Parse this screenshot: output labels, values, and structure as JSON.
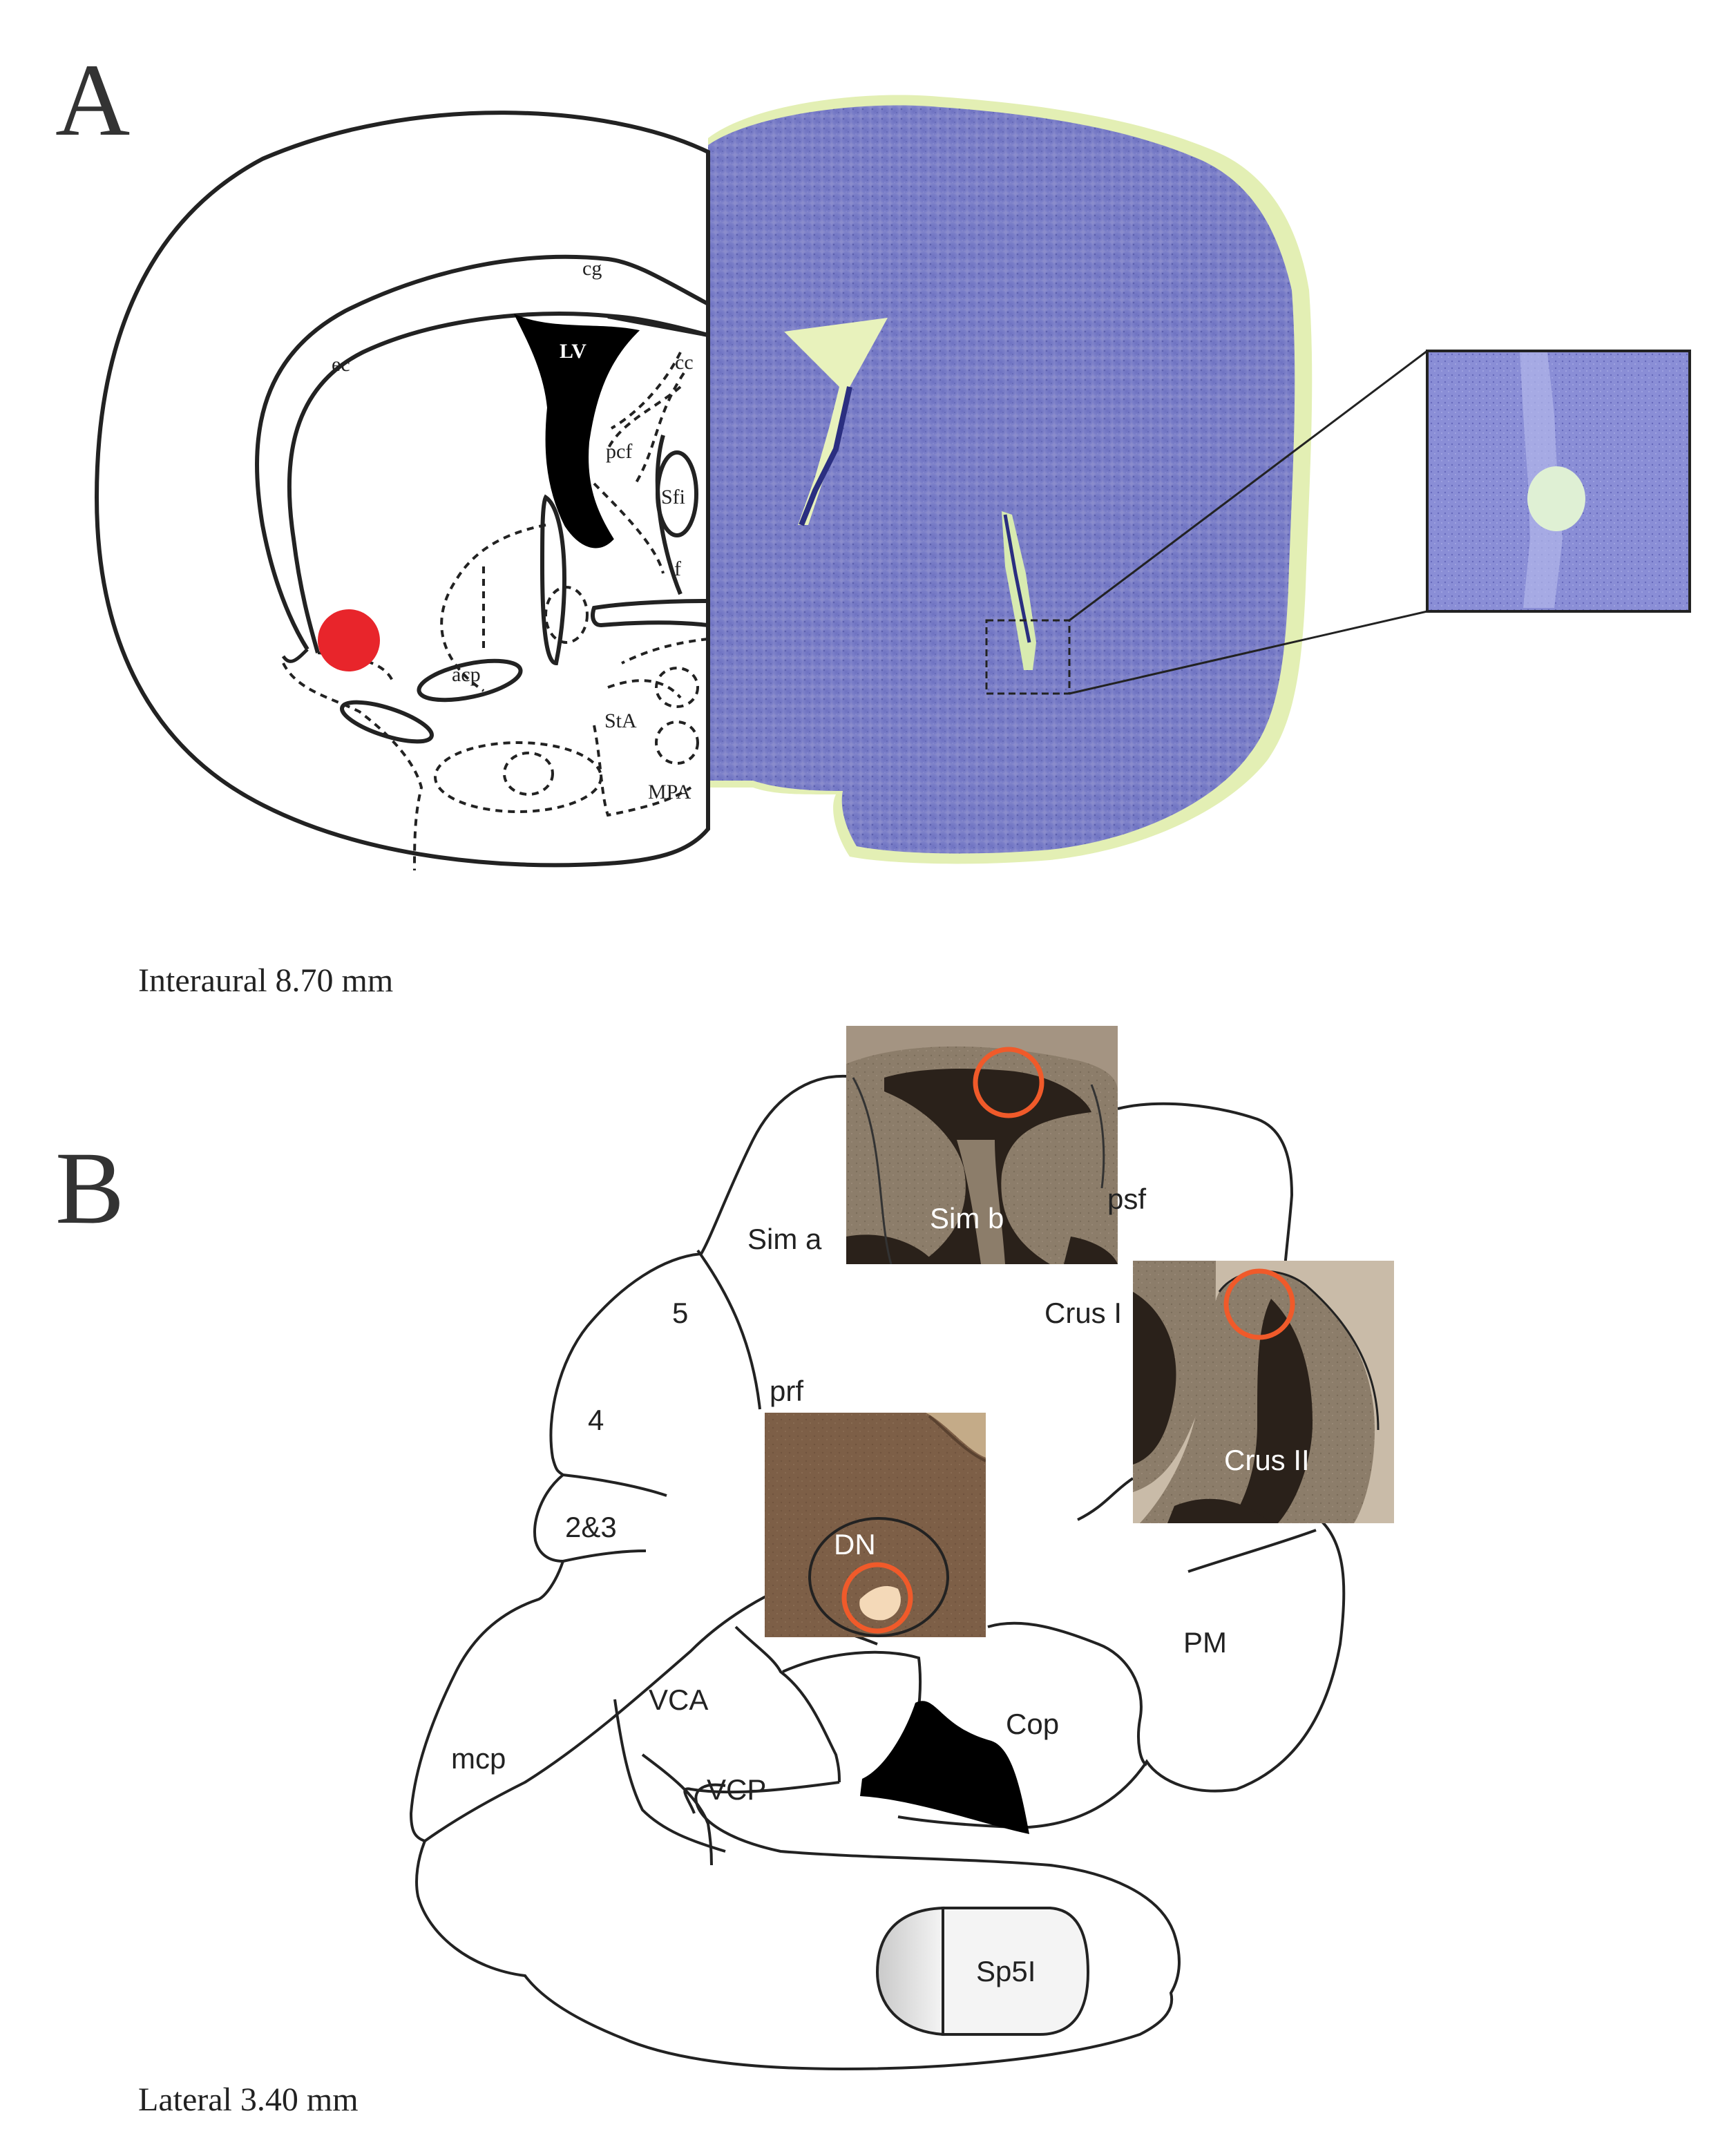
{
  "panel_a": {
    "letter": "A",
    "caption": "Interaural 8.70 mm",
    "labels": {
      "cg": "cg",
      "lv": "LV",
      "cc": "cc",
      "ec": "ec",
      "pcf": "pcf",
      "sfi": "Sfi",
      "f": "f",
      "acp": "acp",
      "sta": "StA",
      "mpa": "MPA"
    },
    "colors": {
      "lesion_marker": "#e8252b",
      "nissl_stain": "#6b70c0",
      "background_stain": "#e2f0b0"
    }
  },
  "panel_b": {
    "letter": "B",
    "caption": "Lateral 3.40 mm",
    "labels": {
      "sim_a": "Sim a",
      "sim_b": "Sim b",
      "psf": "psf",
      "crus_i": "Crus I",
      "crus_ii": "Crus II",
      "lobule_5": "5",
      "lobule_4": "4",
      "lobule_23": "2&3",
      "prf": "prf",
      "dn": "DN",
      "pm": "PM",
      "vca": "VCA",
      "vcp": "VCP",
      "cop": "Cop",
      "mcp": "mcp",
      "sp5i": "Sp5I"
    },
    "colors": {
      "lesion_circle": "#f05a2a",
      "tissue_brown": "#8a6a50"
    }
  }
}
